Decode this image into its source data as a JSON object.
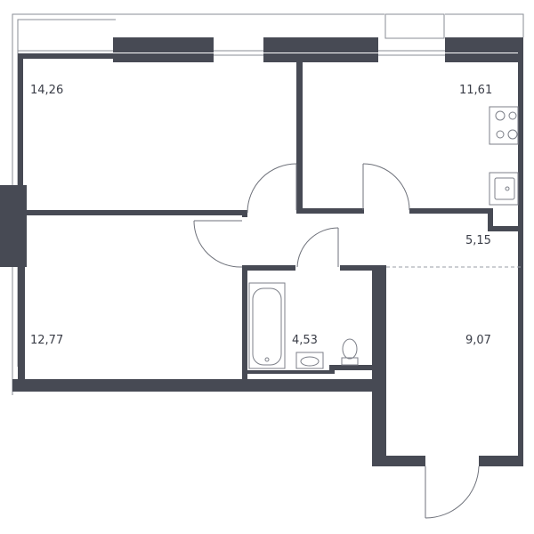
{
  "rooms": [
    {
      "id": "room-1",
      "area": "14,26"
    },
    {
      "id": "room-2",
      "area": "11,61"
    },
    {
      "id": "room-3",
      "area": "12,77"
    },
    {
      "id": "room-4",
      "area": "5,15"
    },
    {
      "id": "room-5",
      "area": "4,53"
    },
    {
      "id": "room-6",
      "area": "9,07"
    }
  ],
  "colors": {
    "wall": "#474a54",
    "label": "#3a3d47",
    "thin_line": "#8a8d96"
  }
}
